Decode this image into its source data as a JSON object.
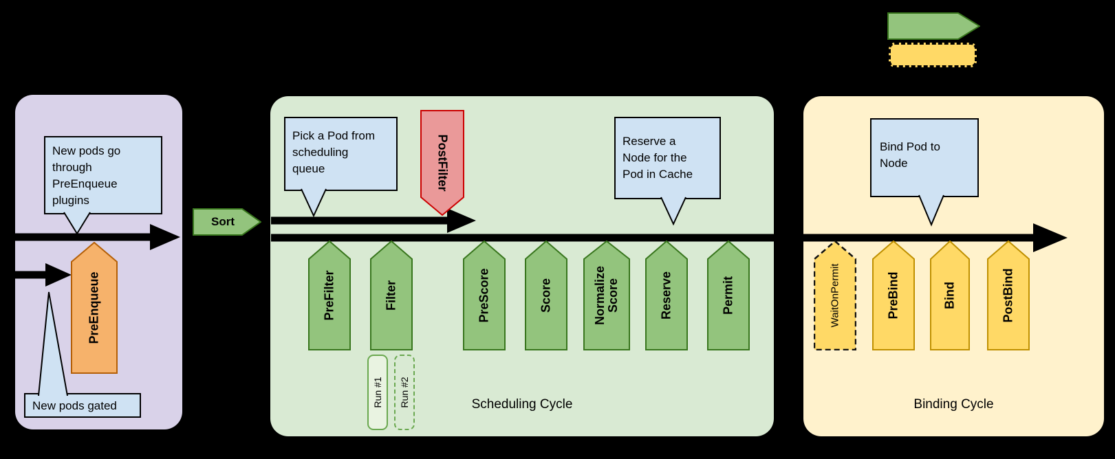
{
  "colors": {
    "background": "#000000",
    "queue_panel": "#d9d2e9",
    "scheduling_panel": "#d9ead3",
    "binding_panel": "#fff2cc",
    "green_shape": "#93c47d",
    "green_border": "#38761d",
    "orange_shape": "#f6b26b",
    "orange_border": "#b45f06",
    "red_shape": "#ea9999",
    "red_border": "#cc0000",
    "yellow_shape": "#ffd966",
    "yellow_border": "#bf9000",
    "callout": "#cfe2f3",
    "arrows": "#000000"
  },
  "pre_enqueue_section": {
    "callout_top": "New pods go through PreEnqueue plugins",
    "callout_bottom": "New pods gated",
    "extension_point": "PreEnqueue"
  },
  "sort_label": "Sort",
  "scheduling_cycle": {
    "title": "Scheduling Cycle",
    "callout_pick": "Pick a Pod from scheduling queue",
    "callout_reserve": "Reserve a Node for the Pod in Cache",
    "post_filter": "PostFilter",
    "extension_points": [
      "PreFilter",
      "Filter",
      "PreScore",
      "Score",
      "Normalize Score",
      "Reserve",
      "Permit"
    ],
    "filter_runs": [
      "Run #1",
      "Run #2"
    ]
  },
  "binding_cycle": {
    "title": "Binding Cycle",
    "callout_bind": "Bind Pod to Node",
    "extension_points": [
      "WaitOnPermit",
      "PreBind",
      "Bind",
      "PostBind"
    ]
  }
}
